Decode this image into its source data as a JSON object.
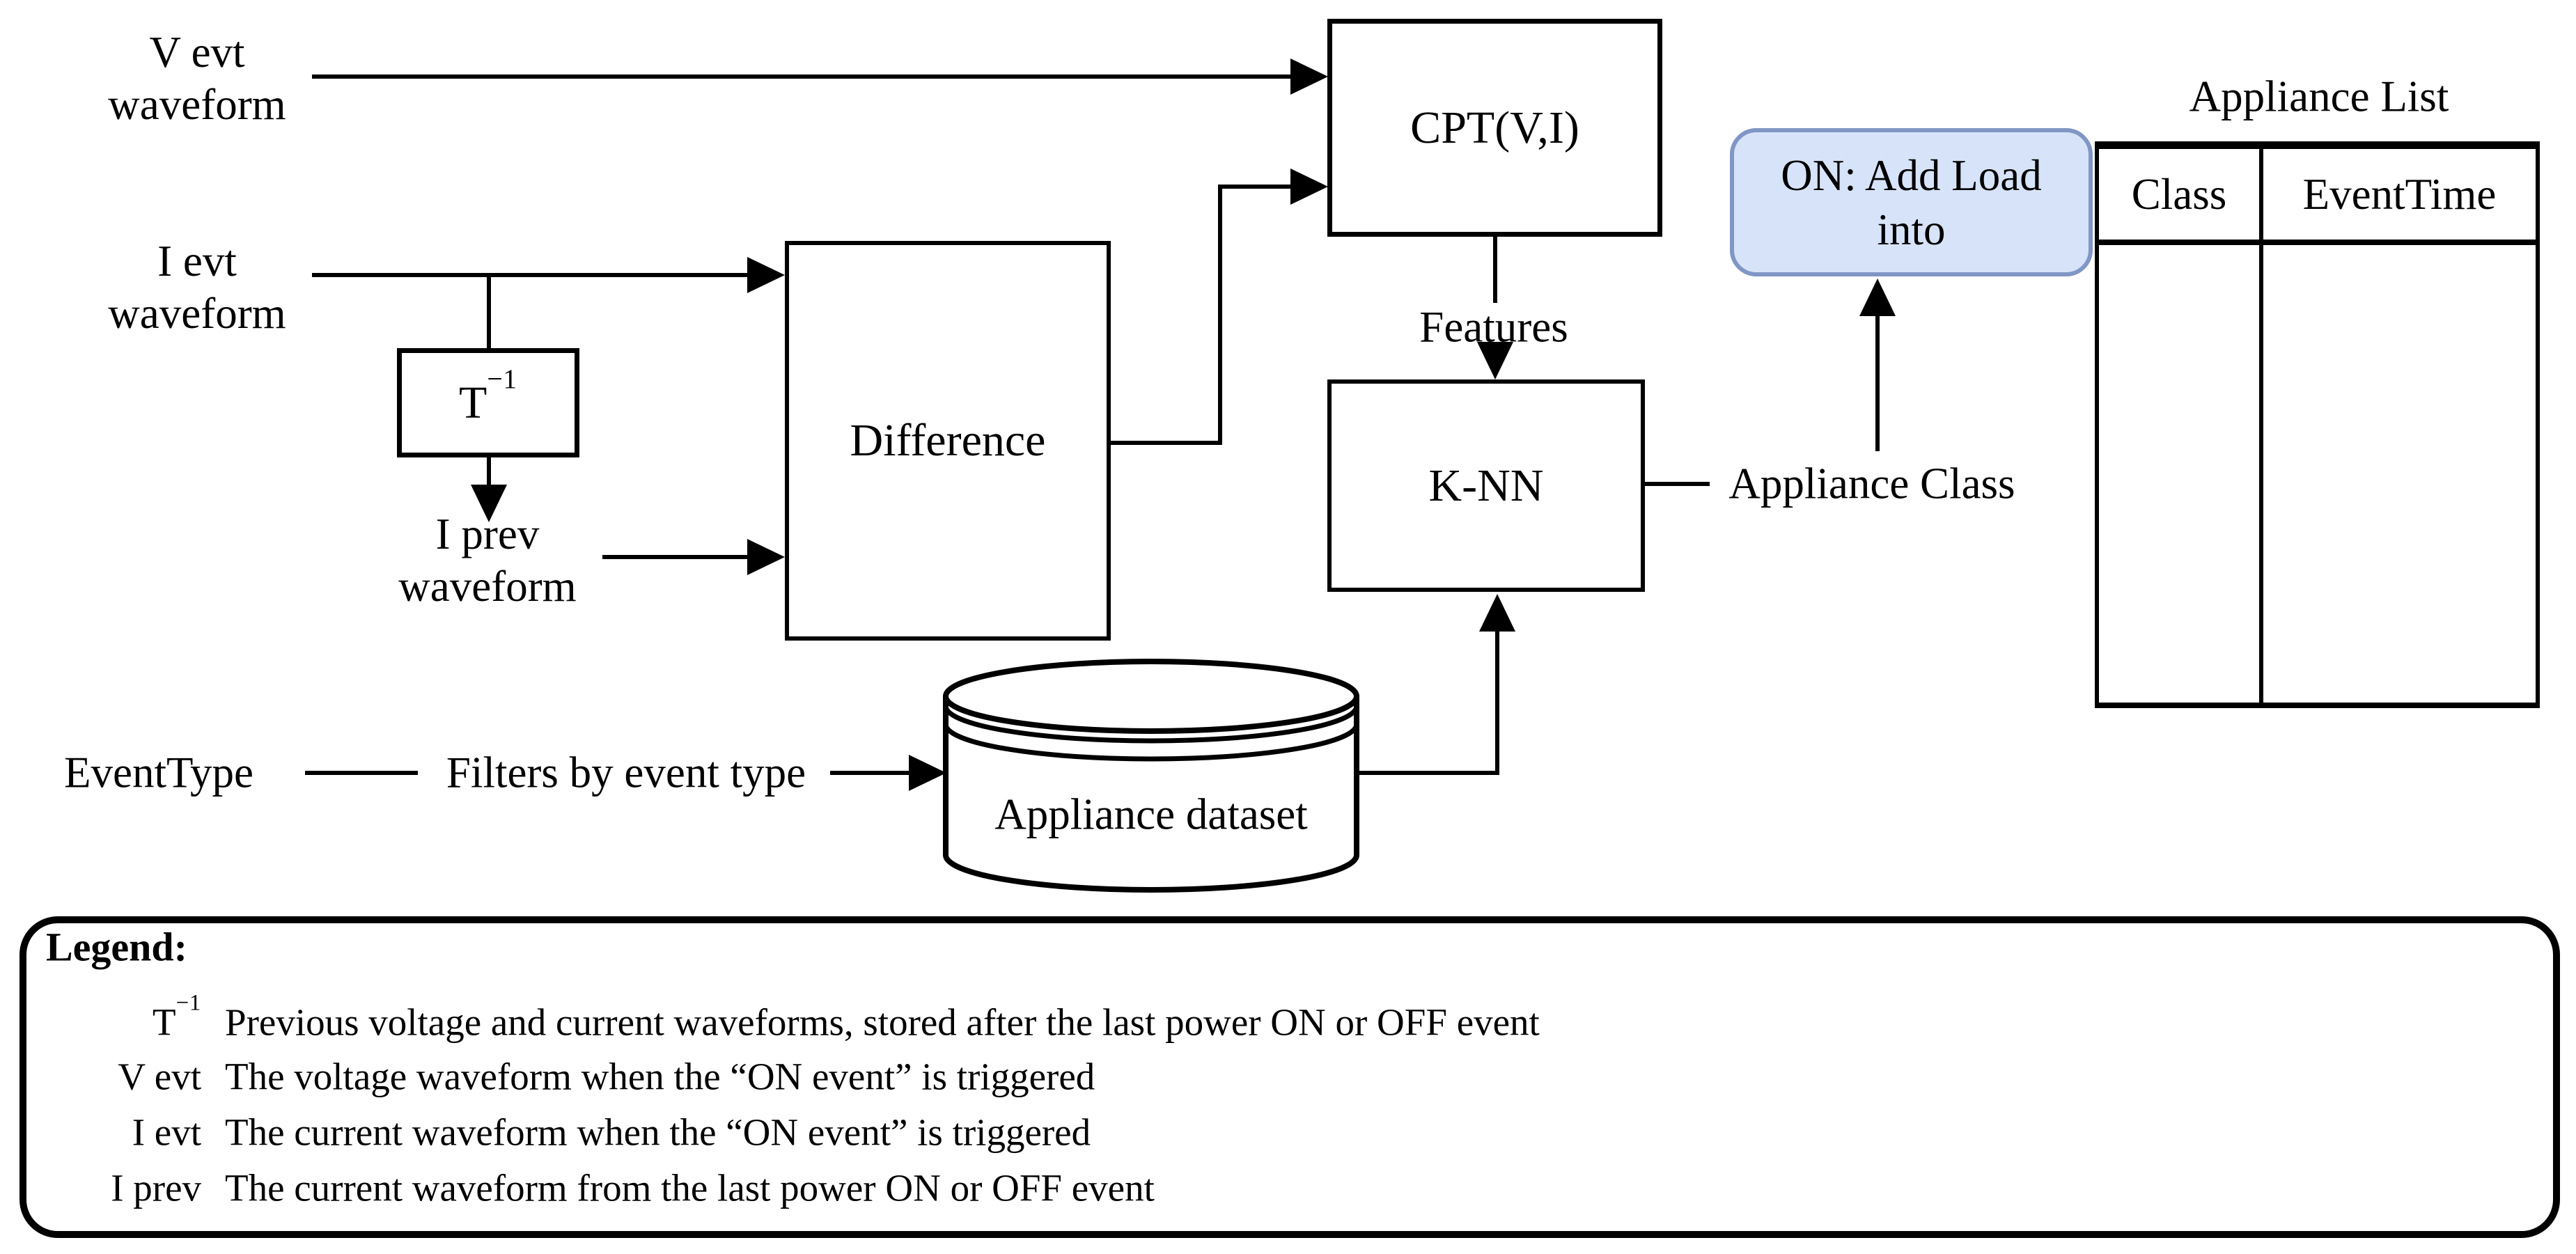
{
  "diagram": {
    "labels": {
      "v_evt": {
        "line1": "V evt",
        "line2": "waveform"
      },
      "i_evt": {
        "line1": "I evt",
        "line2": "waveform"
      },
      "i_prev": {
        "line1": "I prev",
        "line2": "waveform"
      },
      "event_type": "EventType",
      "filters": "Filters by event type",
      "features": "Features",
      "appliance_class": "Appliance Class"
    },
    "blocks": {
      "t_inverse": {
        "base": "T",
        "sup": "−1"
      },
      "difference": "Difference",
      "cpt": "CPT(V,I)",
      "knn": "K-NN",
      "dataset": "Appliance dataset",
      "on_add": {
        "line1": "ON: Add Load",
        "line2": "into"
      }
    },
    "appliance_list": {
      "title": "Appliance List",
      "columns": [
        "Class",
        "EventTime"
      ]
    }
  },
  "legend": {
    "title": "Legend:",
    "rows": [
      {
        "term_base": "T",
        "term_sup": "−1",
        "desc": "Previous voltage and current waveforms, stored after the last power ON or OFF event"
      },
      {
        "term_base": "V evt",
        "term_sup": "",
        "desc": "The voltage waveform when the “ON event” is triggered"
      },
      {
        "term_base": "I evt",
        "term_sup": "",
        "desc": "The current waveform when the “ON event” is triggered"
      },
      {
        "term_base": "I prev",
        "term_sup": "",
        "desc": "The current waveform from the last power ON or OFF event"
      }
    ]
  },
  "colors": {
    "ink": "#000000",
    "highlight_fill": "#d7e3f8",
    "highlight_border": "#8096c4",
    "background": "#ffffff"
  }
}
